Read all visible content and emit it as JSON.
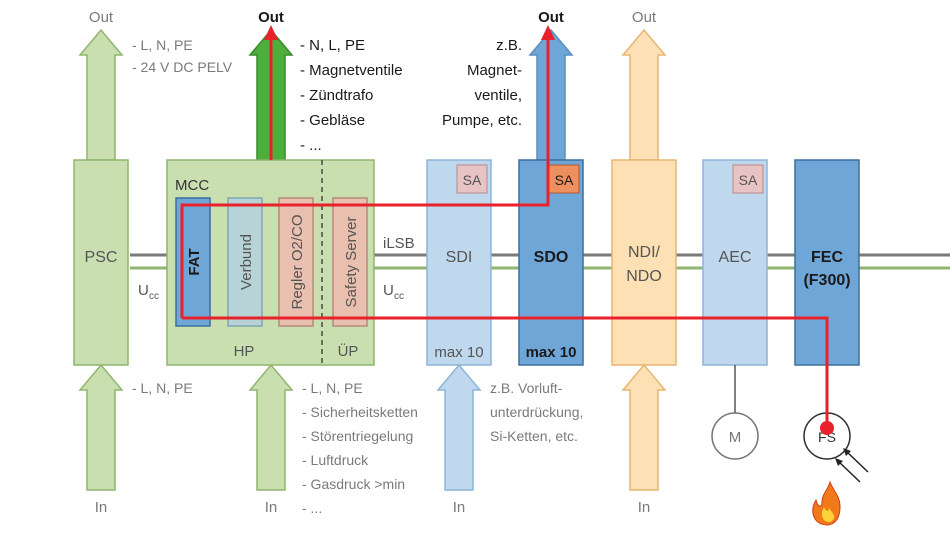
{
  "colors": {
    "green_fill": "#c9dfb0",
    "green_stroke": "#8fb56f",
    "green_dark": "#4caf3c",
    "blue_light": "#bfd8ee",
    "blue_mid": "#6ea6d8",
    "blue_stroke": "#5b8fbe",
    "orange_fill": "#fde0b3",
    "orange_stroke": "#e7b573",
    "teal_fill": "#b7d3d8",
    "salmon_fill": "#e9bfb0",
    "sa_fill": "#e7c3c3",
    "sa_active": "#ed8f5e",
    "red": "#e8212b",
    "bus_grey": "#7a7a7a",
    "bus_green": "#8fb56f"
  },
  "top": {
    "out_1": "Out",
    "out_2": "Out",
    "out_3": "Out",
    "out_4": "Out",
    "psc_notes": [
      "- L, N, PE",
      "- 24 V DC PELV"
    ],
    "hp_notes": [
      "- N, L, PE",
      "- Magnetventile",
      "- Zündtrafo",
      "- Gebläse",
      "- ..."
    ],
    "sdo_notes": [
      "z.B.",
      "Magnet-",
      "ventile,",
      "Pumpe, etc."
    ]
  },
  "modules": {
    "psc": "PSC",
    "mcc": "MCC",
    "fat": "FAT",
    "verbund": "Verbund",
    "regler": "Regler O2/CO",
    "safety": "Safety Server",
    "hp": "HP",
    "up": "ÜP",
    "ilsb": "iLSB",
    "ucc_sub": "cc",
    "ucc_main": "U",
    "sdi": "SDI",
    "sdi_max": "max 10",
    "sdo": "SDO",
    "sdo_max": "max 10",
    "ndi": [
      "NDI/",
      "NDO"
    ],
    "aec": "AEC",
    "fec": [
      "FEC",
      "(F300)"
    ],
    "sa": "SA",
    "motor": "M",
    "fs": "FS"
  },
  "bottom": {
    "in_1": "In",
    "in_2": "In",
    "in_3": "In",
    "in_4": "In",
    "psc_notes": [
      "- L, N, PE"
    ],
    "hp_notes": [
      "- L, N, PE",
      "- Sicherheitsketten",
      "- Störentriegelung",
      "- Luftdruck",
      "- Gasdruck >min",
      "- ..."
    ],
    "sdi_notes": [
      "z.B. Vorluft-",
      "unterdrückung,",
      "Si-Ketten, etc."
    ]
  }
}
